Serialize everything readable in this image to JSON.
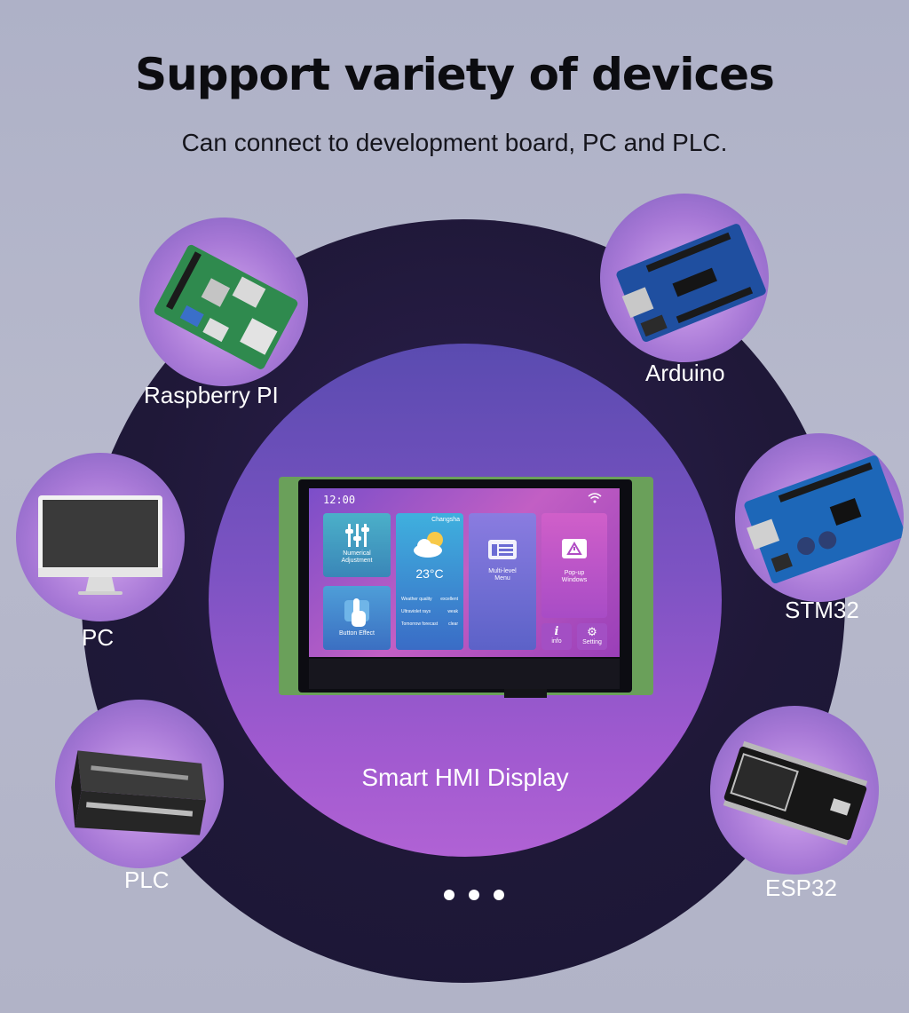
{
  "header": {
    "title": "Support variety of devices",
    "subtitle": "Can connect to development board, PC and PLC."
  },
  "center": {
    "label": "Smart HMI Display"
  },
  "devices": {
    "raspberry": "Raspberry PI",
    "arduino": "Arduino",
    "pc": "PC",
    "stm32": "STM32",
    "plc": "PLC",
    "esp32": "ESP32"
  },
  "screen": {
    "time": "12:00",
    "city": "Changsha",
    "temperature": "23°C",
    "numerical": [
      "Numerical",
      "Adjustment"
    ],
    "button_effect": "Button Effect",
    "multilevel": [
      "Multi-level",
      "Menu"
    ],
    "popup": [
      "Pop-up",
      "Windows"
    ],
    "info": "info",
    "setting": "Setting",
    "weather_rows": [
      {
        "k": "Weather quality",
        "v": "excellent"
      },
      {
        "k": "Ultraviolet rays",
        "v": "weak"
      },
      {
        "k": "Tomorrow forecast",
        "v": "clear"
      }
    ]
  },
  "colors": {
    "inner_top": "#5a4bb0",
    "inner_bottom": "#b062d4",
    "outer": "#1f1838"
  }
}
